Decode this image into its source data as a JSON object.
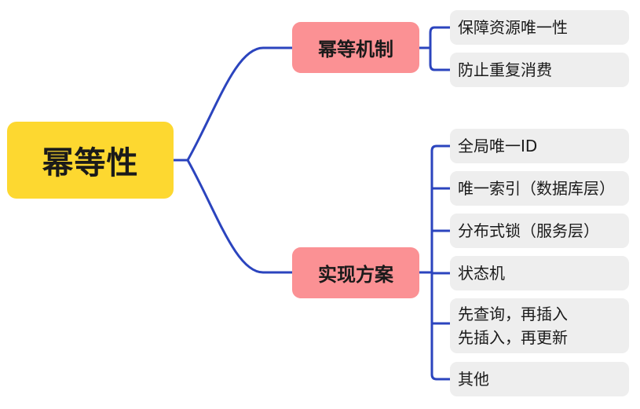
{
  "root": {
    "label": "幂等性"
  },
  "branches": [
    {
      "label": "幂等机制",
      "children": [
        {
          "lines": [
            "保障资源唯一性"
          ]
        },
        {
          "lines": [
            "防止重复消费"
          ]
        }
      ]
    },
    {
      "label": "实现方案",
      "children": [
        {
          "lines": [
            "全局唯一ID"
          ]
        },
        {
          "lines": [
            "唯一索引（数据库层）"
          ]
        },
        {
          "lines": [
            "分布式锁（服务层）"
          ]
        },
        {
          "lines": [
            "状态机"
          ]
        },
        {
          "lines": [
            "先查询，再插入",
            "先插入，再更新"
          ]
        },
        {
          "lines": [
            "其他"
          ]
        }
      ]
    }
  ],
  "colors": {
    "root_fill": "#fdd830",
    "branch_fill": "#fb9194",
    "leaf_fill": "#eeeeee",
    "connector": "#2b44be",
    "text": "#1a1a1a"
  }
}
